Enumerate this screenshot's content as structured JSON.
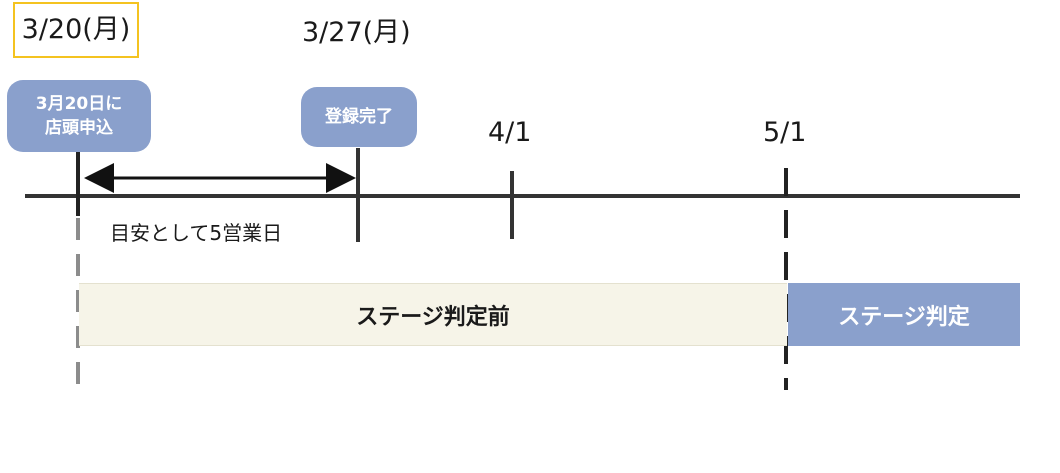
{
  "dates": {
    "start": "3/20(月)",
    "registration": "3/27(月)",
    "april": "4/1",
    "may": "5/1"
  },
  "bubbles": {
    "apply": "3月20日に\n店頭申込",
    "registration_complete": "登録完了"
  },
  "interval_caption": "目安として5営業日",
  "phases": {
    "before": "ステージ判定前",
    "judgement": "ステージ判定"
  },
  "colors": {
    "highlight_border": "#f4c320",
    "accent_blue": "#8aa0cc",
    "pre_phase_bg": "#f6f4e8",
    "line": "#333333",
    "dashed_grey": "#8c8c8c"
  }
}
